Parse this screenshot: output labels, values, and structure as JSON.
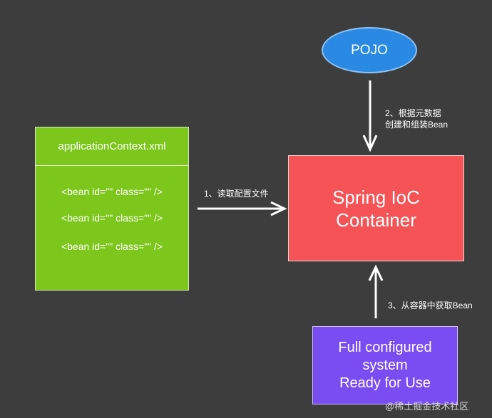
{
  "nodes": {
    "pojo": "POJO",
    "xml_config": {
      "title": "applicationContext.xml",
      "beans": [
        "<bean id=\"\" class=\"\" />",
        "<bean id=\"\" class=\"\" />",
        "<bean id=\"\" class=\"\" />"
      ]
    },
    "container": {
      "line1": "Spring IoC",
      "line2": "Container"
    },
    "result": {
      "line1": "Full configured",
      "line2": "system",
      "line3": "Ready for Use"
    }
  },
  "edges": {
    "read_config": "1、读取配置文件",
    "create_assemble": {
      "line1": "2、根据元数据",
      "line2": "创建和组装Bean"
    },
    "get_bean": "3、从容器中获取Bean"
  },
  "watermark": "@稀土掘金技术社区",
  "colors": {
    "background": "#3d3d3d",
    "xml_box": "#7dc61c",
    "container_box": "#f55356",
    "pojo": "#2a8ae3",
    "result_box": "#7a4df2",
    "arrow": "#ffffff"
  }
}
